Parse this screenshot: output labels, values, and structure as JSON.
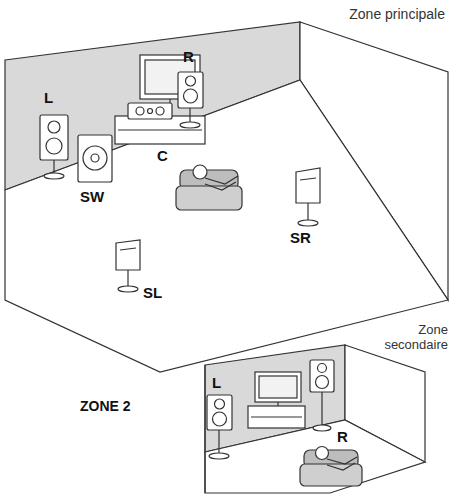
{
  "diagram": {
    "labels": [
      "Zone principale",
      "R",
      "L",
      "C",
      "SW",
      "SR",
      "SL",
      "Zone secondaire",
      "L",
      "ZONE 2",
      "R"
    ]
  }
}
